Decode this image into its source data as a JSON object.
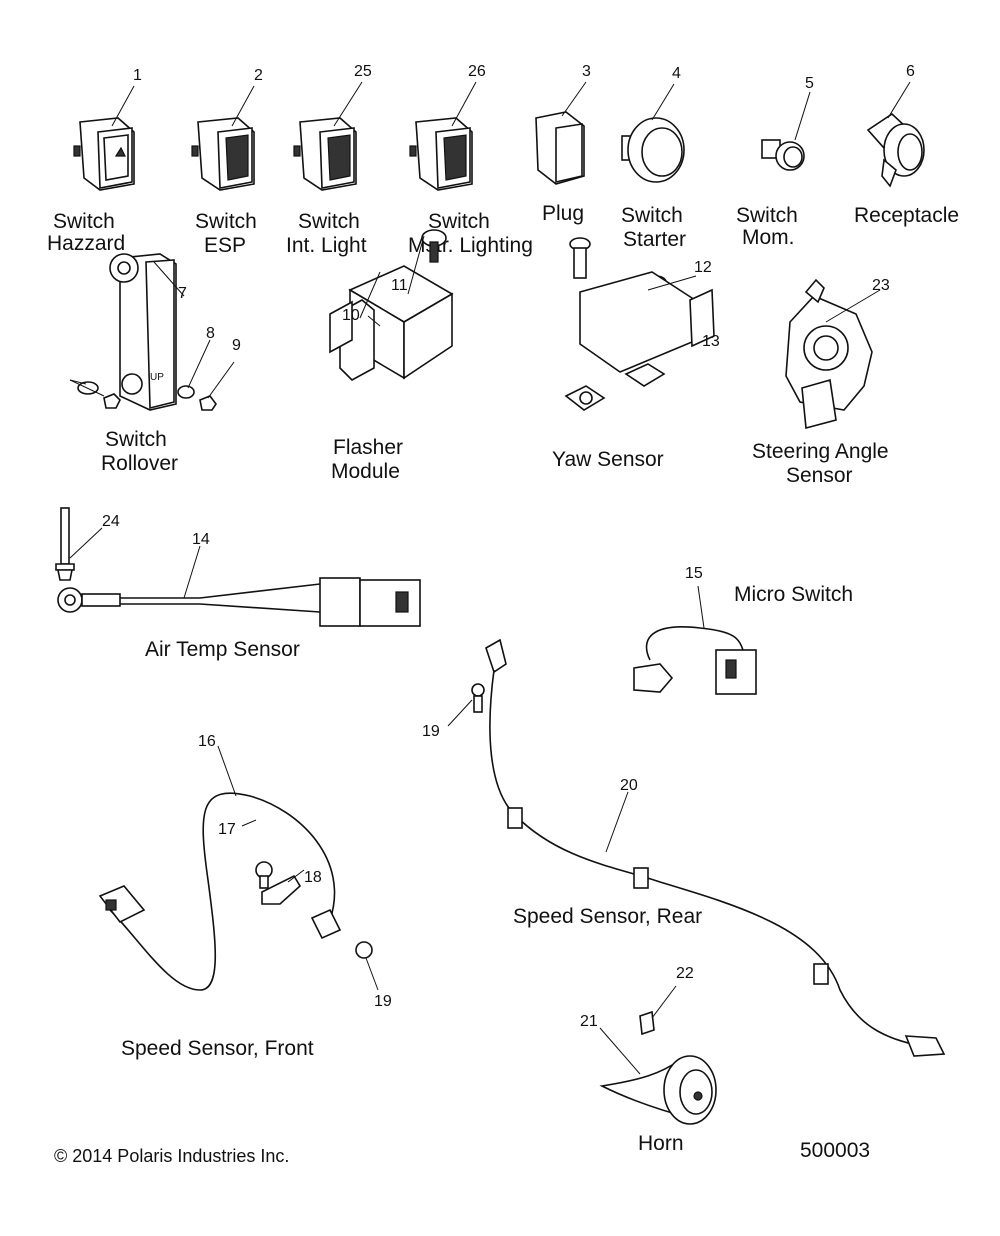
{
  "callouts": {
    "c1": "1",
    "c2": "2",
    "c25": "25",
    "c26": "26",
    "c3": "3",
    "c4": "4",
    "c5": "5",
    "c6": "6",
    "c7": "7",
    "c8": "8",
    "c9": "9",
    "c10": "10",
    "c11": "11",
    "c12": "12",
    "c13": "13",
    "c23": "23",
    "c24": "24",
    "c14": "14",
    "c15": "15",
    "c16": "16",
    "c17": "17",
    "c18": "18",
    "c19a": "19",
    "c19b": "19",
    "c20": "20",
    "c21": "21",
    "c22": "22"
  },
  "labels": {
    "switch_hazzard_1": "Switch",
    "switch_hazzard_2": "Hazzard",
    "switch_esp_1": "Switch",
    "switch_esp_2": "ESP",
    "switch_int_1": "Switch",
    "switch_int_2": "Int. Light",
    "switch_mstr_1": "Switch",
    "switch_mstr_2": "Mstr. Lighting",
    "plug": "Plug",
    "switch_starter_1": "Switch",
    "switch_starter_2": "Starter",
    "switch_mom_1": "Switch",
    "switch_mom_2": "Mom.",
    "receptacle": "Receptacle",
    "switch_rollover_1": "Switch",
    "switch_rollover_2": "Rollover",
    "flasher_1": "Flasher",
    "flasher_2": "Module",
    "yaw_sensor": "Yaw Sensor",
    "steering_1": "Steering Angle",
    "steering_2": "Sensor",
    "air_temp": "Air Temp Sensor",
    "micro_switch": "Micro Switch",
    "speed_rear": "Speed Sensor, Rear",
    "speed_front": "Speed Sensor, Front",
    "horn": "Horn",
    "copyright": "© 2014 Polaris Industries Inc.",
    "drawing_number": "500003",
    "rollover_up": "UP"
  }
}
